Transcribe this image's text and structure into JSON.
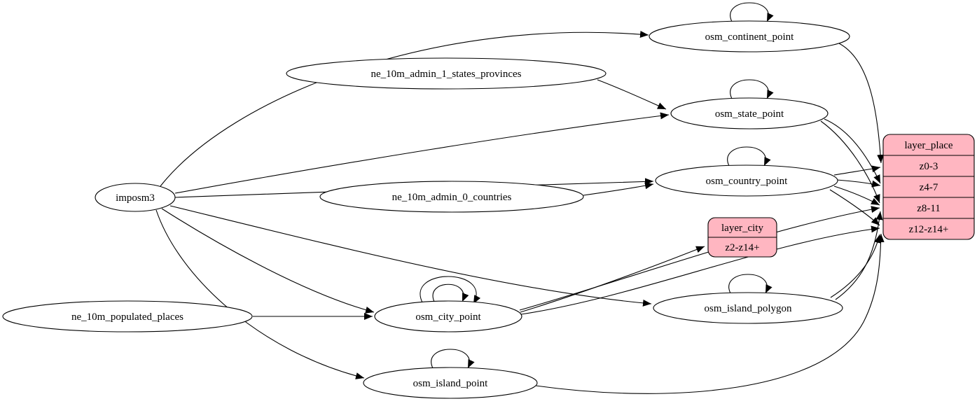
{
  "diagram": {
    "background": "#ffffff",
    "stroke_color": "#000000",
    "record_fill": "#ffb6c1",
    "nodes": {
      "imposm3": {
        "label": "imposm3"
      },
      "ne_10m_admin_1_states_provinces": {
        "label": "ne_10m_admin_1_states_provinces"
      },
      "ne_10m_admin_0_countries": {
        "label": "ne_10m_admin_0_countries"
      },
      "ne_10m_populated_places": {
        "label": "ne_10m_populated_places"
      },
      "osm_continent_point": {
        "label": "osm_continent_point"
      },
      "osm_state_point": {
        "label": "osm_state_point"
      },
      "osm_country_point": {
        "label": "osm_country_point"
      },
      "osm_city_point": {
        "label": "osm_city_point"
      },
      "osm_island_polygon": {
        "label": "osm_island_polygon"
      },
      "osm_island_point": {
        "label": "osm_island_point"
      }
    },
    "records": {
      "layer_place": {
        "title": "layer_place",
        "rows": [
          "z0-3",
          "z4-7",
          "z8-11",
          "z12-z14+"
        ]
      },
      "layer_city": {
        "title": "layer_city",
        "rows": [
          "z2-z14+"
        ]
      }
    },
    "edges": [
      {
        "from": "imposm3",
        "to": "osm_continent_point"
      },
      {
        "from": "imposm3",
        "to": "osm_state_point"
      },
      {
        "from": "imposm3",
        "to": "osm_country_point"
      },
      {
        "from": "imposm3",
        "to": "osm_city_point"
      },
      {
        "from": "imposm3",
        "to": "osm_island_polygon"
      },
      {
        "from": "imposm3",
        "to": "osm_island_point"
      },
      {
        "from": "ne_10m_admin_1_states_provinces",
        "to": "osm_state_point"
      },
      {
        "from": "ne_10m_admin_0_countries",
        "to": "osm_country_point"
      },
      {
        "from": "ne_10m_populated_places",
        "to": "osm_city_point"
      },
      {
        "from": "osm_continent_point",
        "to": "osm_continent_point"
      },
      {
        "from": "osm_state_point",
        "to": "osm_state_point"
      },
      {
        "from": "osm_country_point",
        "to": "osm_country_point"
      },
      {
        "from": "osm_city_point",
        "to": "osm_city_point"
      },
      {
        "from": "osm_city_point",
        "to": "osm_city_point"
      },
      {
        "from": "osm_island_polygon",
        "to": "osm_island_polygon"
      },
      {
        "from": "osm_island_point",
        "to": "osm_island_point"
      },
      {
        "from": "osm_continent_point",
        "to": "layer_place:z0-3"
      },
      {
        "from": "osm_country_point",
        "to": "layer_place:z0-3"
      },
      {
        "from": "osm_country_point",
        "to": "layer_place:z4-7"
      },
      {
        "from": "osm_state_point",
        "to": "layer_place:z4-7"
      },
      {
        "from": "osm_state_point",
        "to": "layer_place:z8-11"
      },
      {
        "from": "osm_country_point",
        "to": "layer_place:z8-11"
      },
      {
        "from": "osm_country_point",
        "to": "layer_place:z12-z14+"
      },
      {
        "from": "osm_city_point",
        "to": "layer_place:z8-11"
      },
      {
        "from": "osm_city_point",
        "to": "layer_place:z12-z14+"
      },
      {
        "from": "osm_island_polygon",
        "to": "layer_place:z8-11"
      },
      {
        "from": "osm_island_polygon",
        "to": "layer_place:z12-z14+"
      },
      {
        "from": "osm_island_point",
        "to": "layer_place:z12-z14+"
      },
      {
        "from": "osm_city_point",
        "to": "layer_city:z2-z14+"
      }
    ]
  }
}
